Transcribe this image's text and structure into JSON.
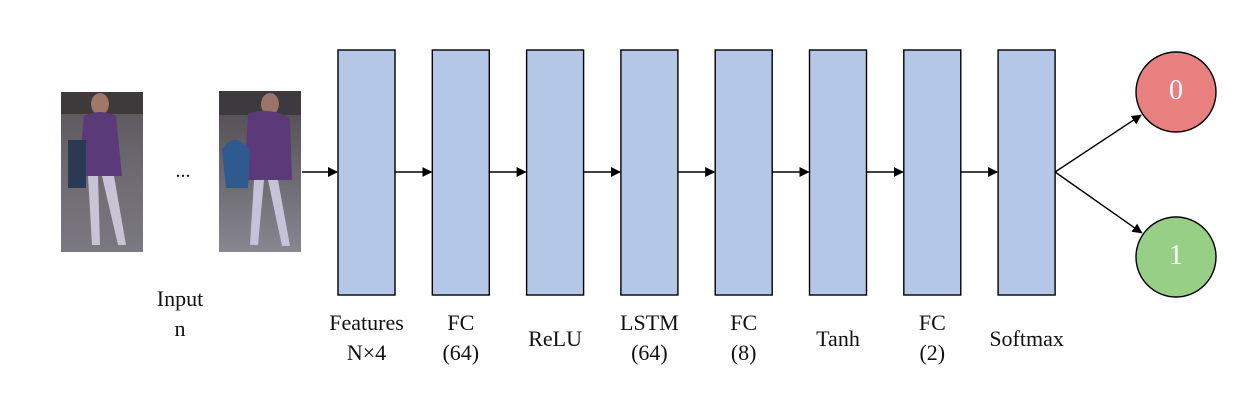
{
  "input": {
    "label_line1": "Input",
    "label_line2": "n",
    "ellipsis": "...",
    "frames": [
      "pedestrian-frame-first",
      "pedestrian-frame-last"
    ]
  },
  "layers": [
    {
      "line1": "Features",
      "line2": "N×4"
    },
    {
      "line1": "FC",
      "line2": "(64)"
    },
    {
      "line1": "ReLU",
      "line2": ""
    },
    {
      "line1": "LSTM",
      "line2": "(64)"
    },
    {
      "line1": "FC",
      "line2": "(8)"
    },
    {
      "line1": "Tanh",
      "line2": ""
    },
    {
      "line1": "FC",
      "line2": "(2)"
    },
    {
      "line1": "Softmax",
      "line2": ""
    }
  ],
  "outputs": [
    {
      "label": "0",
      "color": "#e88080"
    },
    {
      "label": "1",
      "color": "#98cf86"
    }
  ],
  "colors": {
    "layer_fill": "#b4c7e7",
    "stroke": "#000000"
  }
}
